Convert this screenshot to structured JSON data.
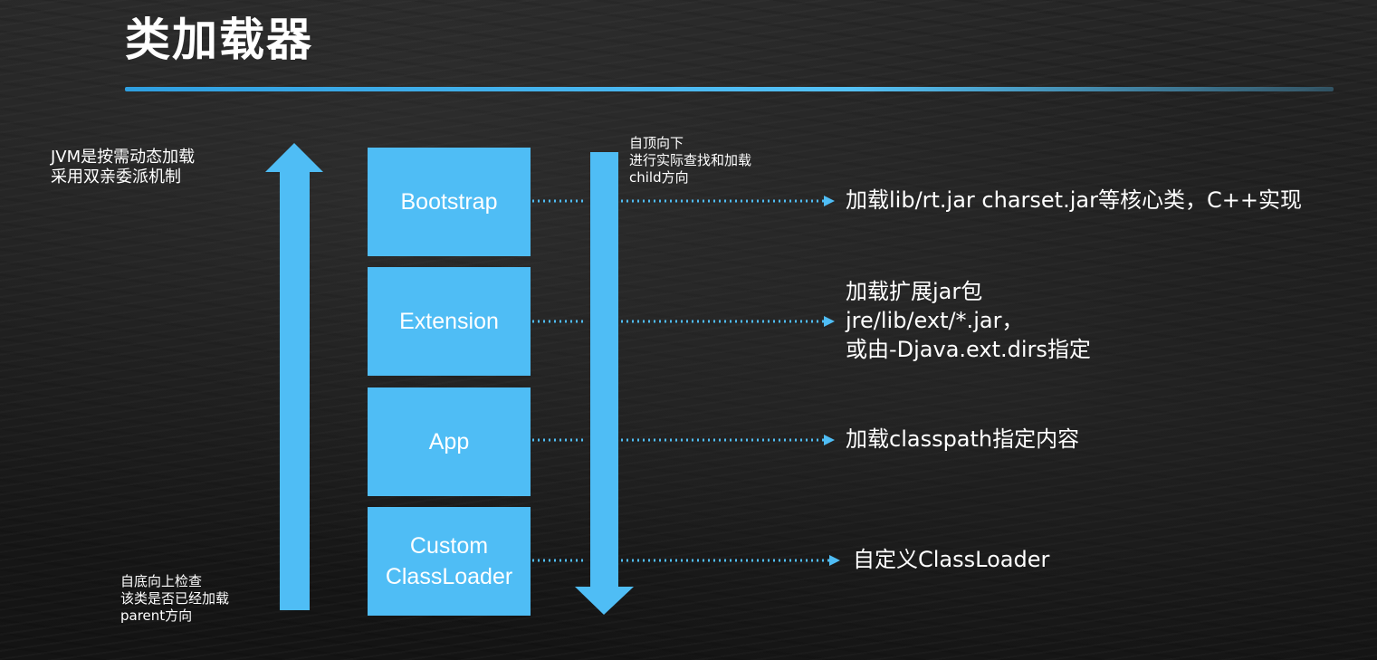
{
  "title": "类加载器",
  "left_note": {
    "line1": "JVM是按需动态加载",
    "line2": "采用双亲委派机制"
  },
  "bottom_note": {
    "line1": "自底向上检查",
    "line2": "该类是否已经加载",
    "line3": "parent方向"
  },
  "top_note": {
    "line1": "自顶向下",
    "line2": "进行实际查找和加载",
    "line3": "child方向"
  },
  "loaders": [
    {
      "label": "Bootstrap"
    },
    {
      "label": "Extension"
    },
    {
      "label": "App"
    },
    {
      "label_line1": "Custom",
      "label_line2": "ClassLoader"
    }
  ],
  "descriptions": {
    "bootstrap": "加载lib/rt.jar charset.jar等核心类，C++实现",
    "extension": {
      "line1": "加载扩展jar包",
      "line2": "jre/lib/ext/*.jar，",
      "line3": "或由-Djava.ext.dirs指定"
    },
    "app": "加载classpath指定内容",
    "custom": "自定义ClassLoader"
  },
  "colors": {
    "accent": "#4fbdf5",
    "arrow": "#4fbdf5",
    "background": "#1b1b1b",
    "text": "#ffffff"
  }
}
